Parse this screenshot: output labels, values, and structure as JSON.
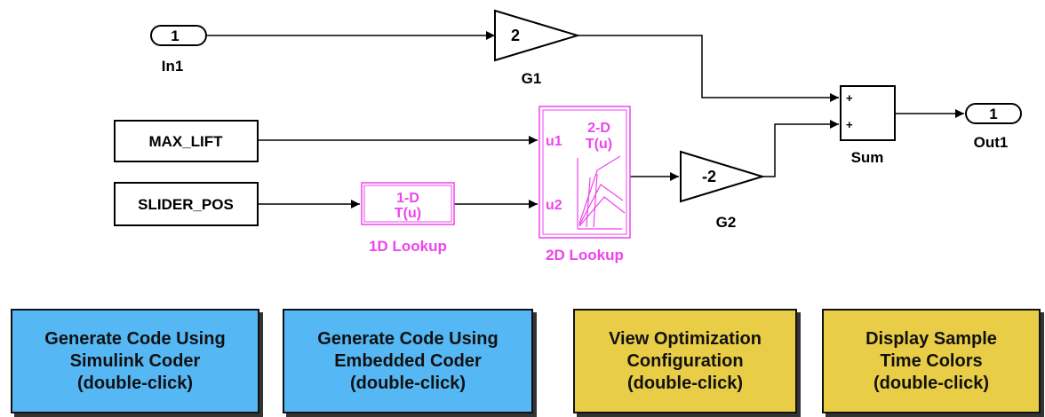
{
  "diagram": {
    "inport": {
      "number": "1",
      "name": "In1"
    },
    "outport": {
      "number": "1",
      "name": "Out1"
    },
    "gain1": {
      "value": "2",
      "name": "G1"
    },
    "gain2": {
      "value": "-2",
      "name": "G2"
    },
    "sum": {
      "name": "Sum",
      "signs": [
        "+",
        "+"
      ]
    },
    "constant1": {
      "value": "MAX_LIFT"
    },
    "constant2": {
      "value": "SLIDER_POS"
    },
    "lookup1d": {
      "line1": "1-D",
      "line2": "T(u)",
      "name": "1D Lookup"
    },
    "lookup2d": {
      "line1": "2-D",
      "line2": "T(u)",
      "port1": "u1",
      "port2": "u2",
      "name": "2D Lookup"
    },
    "colors": {
      "lookup": "#ee44ee",
      "line": "#000000"
    }
  },
  "buttons": [
    {
      "lines": [
        "Generate Code Using",
        "Simulink Coder",
        "(double-click)"
      ],
      "color": "#55b8f5"
    },
    {
      "lines": [
        "Generate Code Using",
        "Embedded Coder",
        "(double-click)"
      ],
      "color": "#55b8f5"
    },
    {
      "lines": [
        "View Optimization",
        "Configuration",
        "(double-click)"
      ],
      "color": "#e9cd46"
    },
    {
      "lines": [
        "Display Sample",
        "Time Colors",
        "(double-click)"
      ],
      "color": "#e9cd46"
    }
  ]
}
